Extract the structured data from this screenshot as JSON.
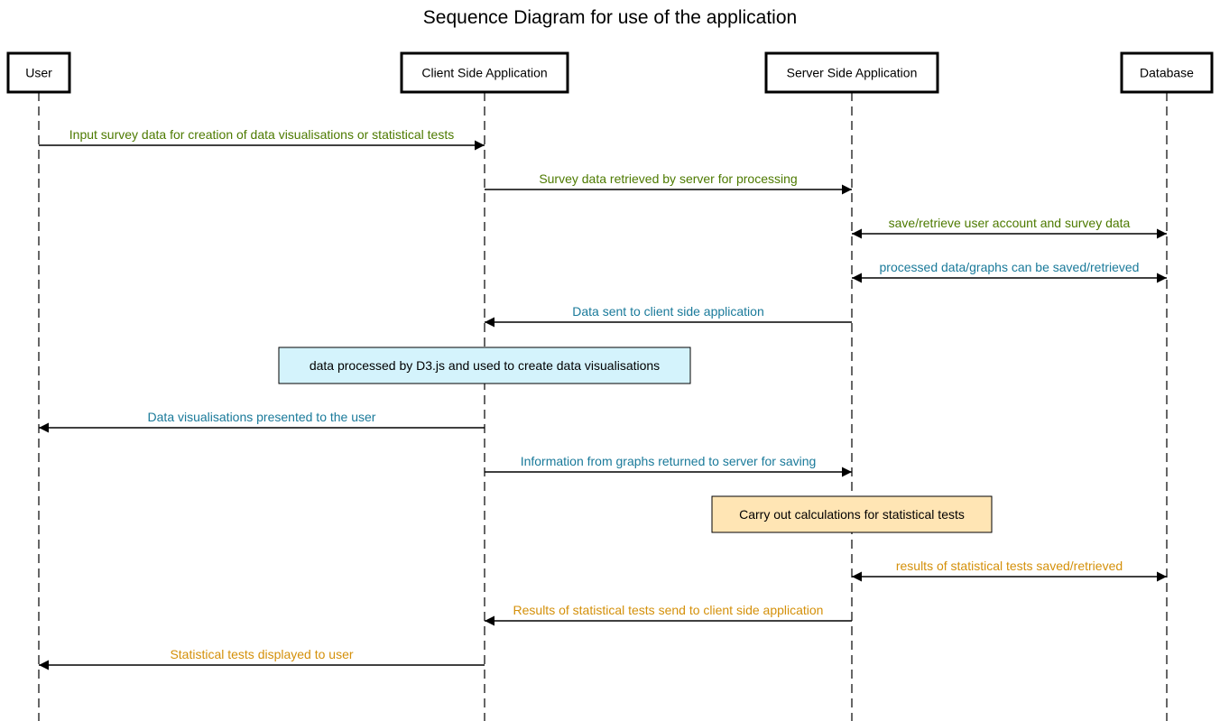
{
  "title": "Sequence Diagram for use of the application",
  "colors": {
    "line": "#000000",
    "green": "#4d7a00",
    "teal": "#1a7a9a",
    "orange": "#d4900a",
    "note_blue": "#d4f3fc",
    "note_orange": "#ffe5b4"
  },
  "participants": [
    {
      "id": "user",
      "label": "User"
    },
    {
      "id": "client",
      "label": "Client Side Application"
    },
    {
      "id": "server",
      "label": "Server Side Application"
    },
    {
      "id": "db",
      "label": "Database"
    }
  ],
  "steps": [
    {
      "kind": "message",
      "from": "user",
      "to": "client",
      "text": "Input survey data for creation of data visualisations or statistical tests",
      "color": "green",
      "bidirectional": false
    },
    {
      "kind": "message",
      "from": "client",
      "to": "server",
      "text": "Survey data retrieved by server for processing",
      "color": "green",
      "bidirectional": false
    },
    {
      "kind": "message",
      "from": "server",
      "to": "db",
      "text": "save/retrieve user account and survey data",
      "color": "green",
      "bidirectional": true
    },
    {
      "kind": "message",
      "from": "server",
      "to": "db",
      "text": "processed data/graphs can be saved/retrieved",
      "color": "teal",
      "bidirectional": true
    },
    {
      "kind": "message",
      "from": "server",
      "to": "client",
      "text": "Data sent to client side application",
      "color": "teal",
      "bidirectional": false
    },
    {
      "kind": "note",
      "over": "client",
      "text": "data processed by D3.js and used to create data visualisations",
      "fill": "note_blue"
    },
    {
      "kind": "message",
      "from": "client",
      "to": "user",
      "text": "Data visualisations presented to the user",
      "color": "teal",
      "bidirectional": false
    },
    {
      "kind": "message",
      "from": "client",
      "to": "server",
      "text": "Information from graphs returned to server for saving",
      "color": "teal",
      "bidirectional": false
    },
    {
      "kind": "note",
      "over": "server",
      "text": "Carry out calculations for statistical tests",
      "fill": "note_orange"
    },
    {
      "kind": "message",
      "from": "server",
      "to": "db",
      "text": "results of statistical tests saved/retrieved",
      "color": "orange",
      "bidirectional": true
    },
    {
      "kind": "message",
      "from": "server",
      "to": "client",
      "text": "Results of statistical tests send to client side application",
      "color": "orange",
      "bidirectional": false
    },
    {
      "kind": "message",
      "from": "client",
      "to": "user",
      "text": "Statistical tests displayed to user",
      "color": "orange",
      "bidirectional": false
    }
  ]
}
